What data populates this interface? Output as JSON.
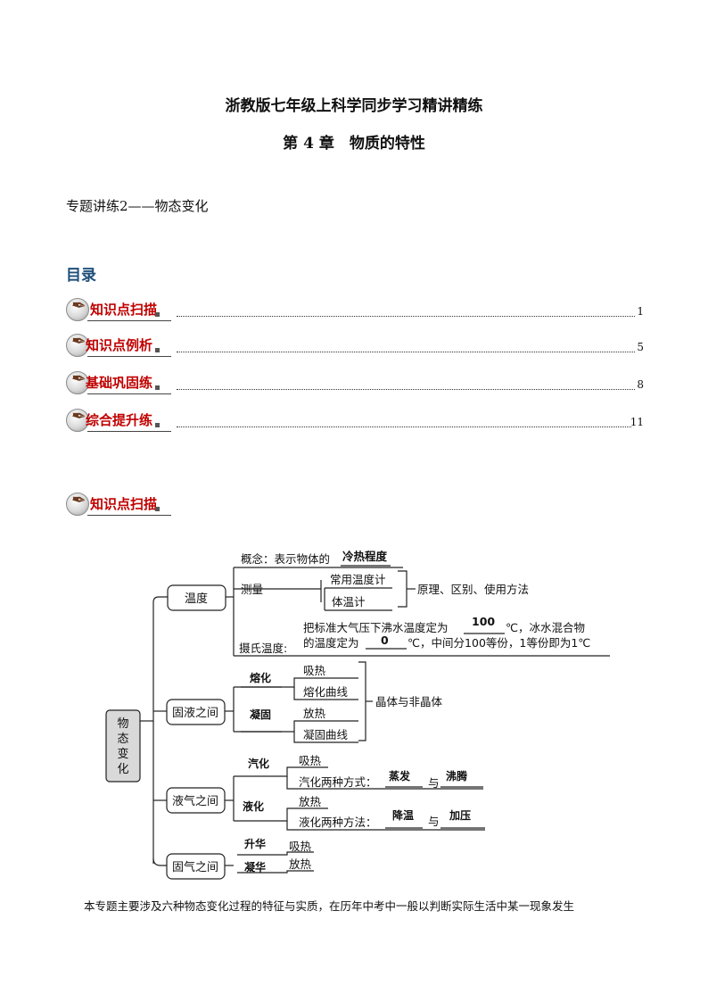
{
  "header": {
    "title": "浙教版七年级上科学同步学习精讲精练",
    "chapter": "第 4 章　物质的特性"
  },
  "subject": "专题讲练2——物态变化",
  "toc": {
    "heading": "目录",
    "items": [
      {
        "label": "知识点扫描",
        "page": "1"
      },
      {
        "label": "知识点例析",
        "page": "5"
      },
      {
        "label": "基础巩固练",
        "page": "8"
      },
      {
        "label": "综合提升练",
        "page": "11"
      }
    ]
  },
  "section_badge": "知识点扫描",
  "diagram": {
    "root": [
      "物",
      "态",
      "变",
      "化"
    ],
    "temperature": {
      "label": "温度",
      "concept_prefix": "概念：表示物体的",
      "concept_fill": "冷热程度",
      "measure": "测量",
      "lab_thermo": "常用温度计",
      "body_thermo": "体温计",
      "measure_note": "原理、区别、使用方法",
      "celsius_label": "摄氏温度:",
      "celsius_l1_pre": "把标准大气压下沸水温度定为",
      "boil_value": "100",
      "celsius_l1_post": "℃，冰水混合物",
      "celsius_l2_pre": "的温度定为",
      "ice_value": "0",
      "celsius_l2_post": "℃，中间分100等份，1等份即为1℃"
    },
    "solid_liquid": {
      "label": "固液之间",
      "melt": "熔化",
      "freeze": "凝固",
      "absorb": "吸热",
      "melt_curve": "熔化曲线",
      "release": "放热",
      "freeze_curve": "凝固曲线",
      "note": "晶体与非晶体"
    },
    "liquid_gas": {
      "label": "液气之间",
      "vaporize": "汽化",
      "liquefy": "液化",
      "absorb": "吸热",
      "vap_ways": "汽化两种方式：",
      "evaporation": "蒸发",
      "and1": "与",
      "boiling": "沸腾",
      "release": "放热",
      "liq_ways": "液化两种方法：",
      "cooling": "降温",
      "and2": "与",
      "compress": "加压"
    },
    "solid_gas": {
      "label": "固气之间",
      "sublimate": "升华",
      "desublimate": "凝华",
      "absorb": "吸热",
      "release": "放热"
    }
  },
  "paragraph": "本专题主要涉及六种物态变化过程的特征与实质，在历年中考中一般以判断实际生活中某一现象发生"
}
